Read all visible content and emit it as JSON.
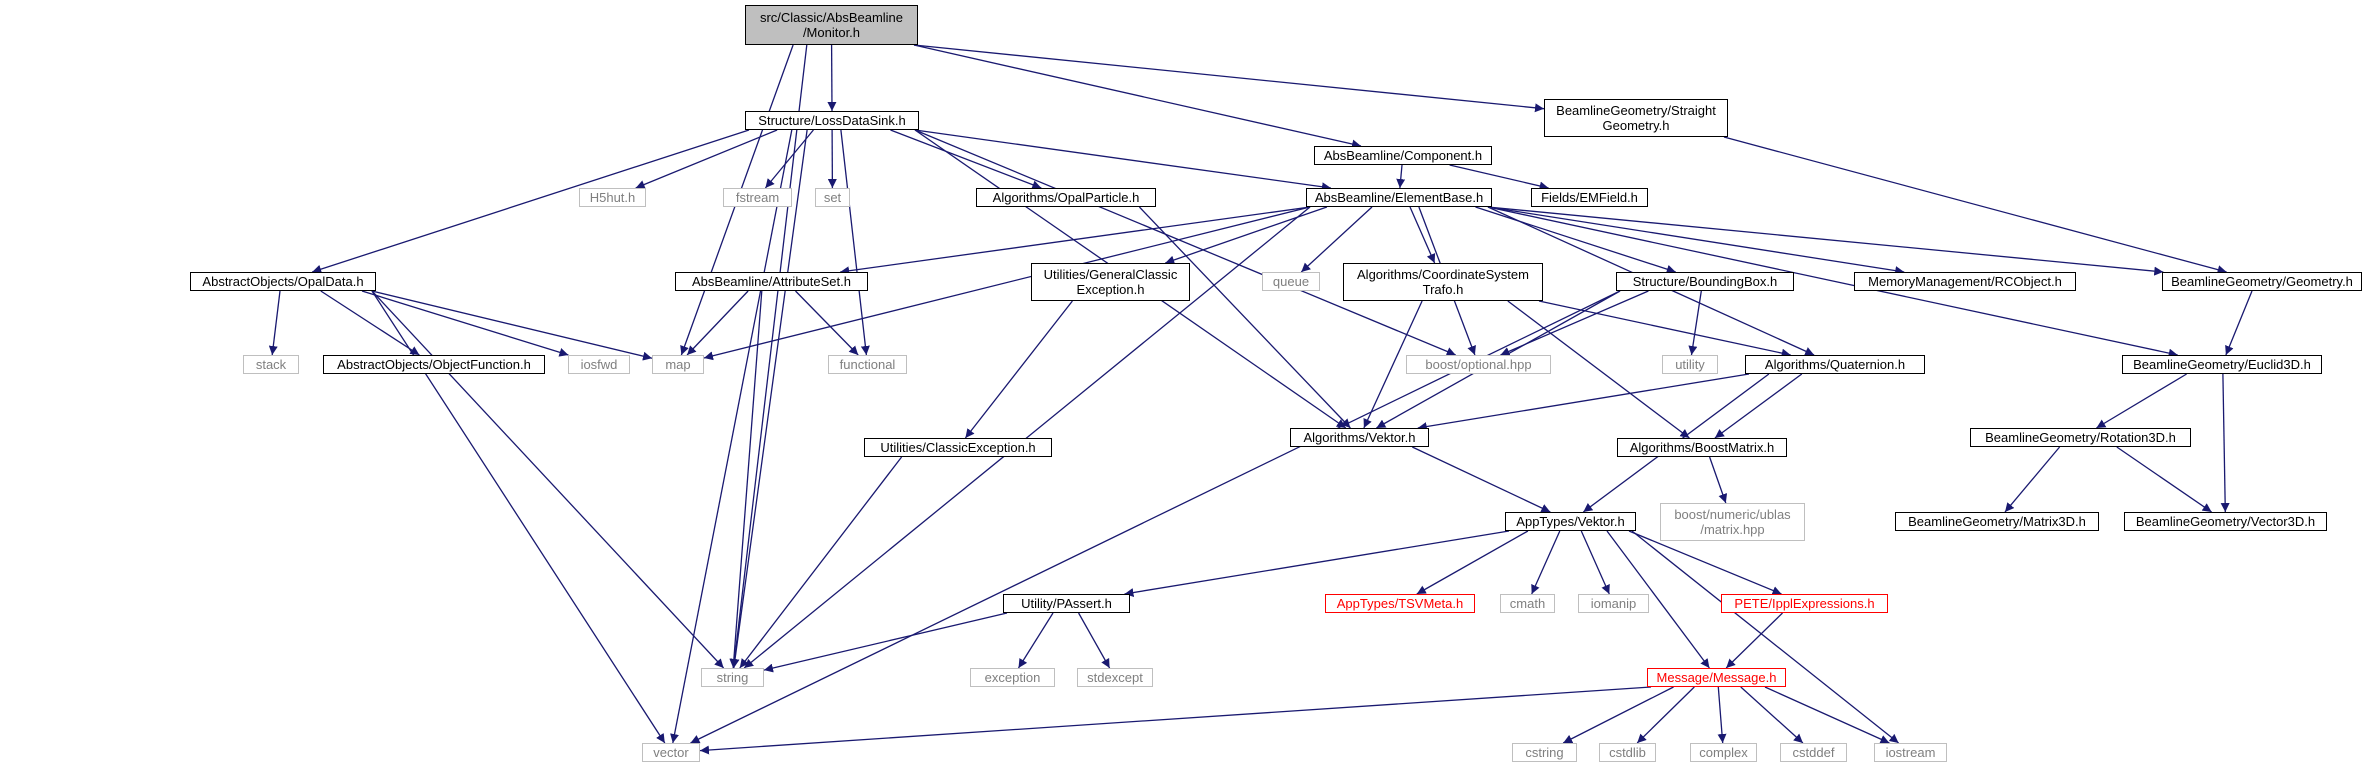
{
  "edge_color": "#191970",
  "nodes": [
    {
      "id": "monitor",
      "label": "src/Classic/AbsBeamline\n/Monitor.h",
      "kind": "root"
    },
    {
      "id": "lossdatasink",
      "label": "Structure/LossDataSink.h",
      "kind": "doc"
    },
    {
      "id": "component",
      "label": "AbsBeamline/Component.h",
      "kind": "doc"
    },
    {
      "id": "straightgeom",
      "label": "BeamlineGeometry/Straight\nGeometry.h",
      "kind": "doc"
    },
    {
      "id": "elementbase",
      "label": "AbsBeamline/ElementBase.h",
      "kind": "doc"
    },
    {
      "id": "emfield",
      "label": "Fields/EMField.h",
      "kind": "doc"
    },
    {
      "id": "h5hut",
      "label": "H5hut.h",
      "kind": "sys"
    },
    {
      "id": "fstream",
      "label": "fstream",
      "kind": "sys"
    },
    {
      "id": "set",
      "label": "set",
      "kind": "sys"
    },
    {
      "id": "opalparticle",
      "label": "Algorithms/OpalParticle.h",
      "kind": "doc"
    },
    {
      "id": "opaldata",
      "label": "AbstractObjects/OpalData.h",
      "kind": "doc"
    },
    {
      "id": "attributeset",
      "label": "AbsBeamline/AttributeSet.h",
      "kind": "doc"
    },
    {
      "id": "genclassicexc",
      "label": "Utilities/GeneralClassic\nException.h",
      "kind": "doc"
    },
    {
      "id": "queue",
      "label": "queue",
      "kind": "sys"
    },
    {
      "id": "coordsys",
      "label": "Algorithms/CoordinateSystem\nTrafo.h",
      "kind": "doc"
    },
    {
      "id": "boundingbox",
      "label": "Structure/BoundingBox.h",
      "kind": "doc"
    },
    {
      "id": "rcobject",
      "label": "MemoryManagement/RCObject.h",
      "kind": "doc"
    },
    {
      "id": "geometry",
      "label": "BeamlineGeometry/Geometry.h",
      "kind": "doc"
    },
    {
      "id": "stack",
      "label": "stack",
      "kind": "sys"
    },
    {
      "id": "objectfunction",
      "label": "AbstractObjects/ObjectFunction.h",
      "kind": "doc"
    },
    {
      "id": "iosfwd",
      "label": "iosfwd",
      "kind": "sys"
    },
    {
      "id": "map",
      "label": "map",
      "kind": "sys"
    },
    {
      "id": "functional",
      "label": "functional",
      "kind": "sys"
    },
    {
      "id": "boostoptional",
      "label": "boost/optional.hpp",
      "kind": "sys"
    },
    {
      "id": "utility",
      "label": "utility",
      "kind": "sys"
    },
    {
      "id": "quaternion",
      "label": "Algorithms/Quaternion.h",
      "kind": "doc"
    },
    {
      "id": "euclid3d",
      "label": "BeamlineGeometry/Euclid3D.h",
      "kind": "doc"
    },
    {
      "id": "classicexc",
      "label": "Utilities/ClassicException.h",
      "kind": "doc"
    },
    {
      "id": "algvektor",
      "label": "Algorithms/Vektor.h",
      "kind": "doc"
    },
    {
      "id": "boostmatrix",
      "label": "Algorithms/BoostMatrix.h",
      "kind": "doc"
    },
    {
      "id": "rotation3d",
      "label": "BeamlineGeometry/Rotation3D.h",
      "kind": "doc"
    },
    {
      "id": "ublas",
      "label": "boost/numeric/ublas\n/matrix.hpp",
      "kind": "sys"
    },
    {
      "id": "matrix3d",
      "label": "BeamlineGeometry/Matrix3D.h",
      "kind": "doc"
    },
    {
      "id": "vector3d",
      "label": "BeamlineGeometry/Vector3D.h",
      "kind": "doc"
    },
    {
      "id": "apptypesvektor",
      "label": "AppTypes/Vektor.h",
      "kind": "doc"
    },
    {
      "id": "passert",
      "label": "Utility/PAssert.h",
      "kind": "doc"
    },
    {
      "id": "tsvmeta",
      "label": "AppTypes/TSVMeta.h",
      "kind": "red"
    },
    {
      "id": "cmath",
      "label": "cmath",
      "kind": "sys"
    },
    {
      "id": "iomanip",
      "label": "iomanip",
      "kind": "sys"
    },
    {
      "id": "ipplexpr",
      "label": "PETE/IpplExpressions.h",
      "kind": "red"
    },
    {
      "id": "string",
      "label": "string",
      "kind": "sys"
    },
    {
      "id": "exception",
      "label": "exception",
      "kind": "sys"
    },
    {
      "id": "stdexcept",
      "label": "stdexcept",
      "kind": "sys"
    },
    {
      "id": "message",
      "label": "Message/Message.h",
      "kind": "red"
    },
    {
      "id": "vector",
      "label": "vector",
      "kind": "sys"
    },
    {
      "id": "cstring",
      "label": "cstring",
      "kind": "sys"
    },
    {
      "id": "cstdlib",
      "label": "cstdlib",
      "kind": "sys"
    },
    {
      "id": "complex",
      "label": "complex",
      "kind": "sys"
    },
    {
      "id": "cstddef",
      "label": "cstddef",
      "kind": "sys"
    },
    {
      "id": "iostream",
      "label": "iostream",
      "kind": "sys"
    }
  ],
  "edges": [
    [
      "monitor",
      "lossdatasink"
    ],
    [
      "monitor",
      "component"
    ],
    [
      "monitor",
      "straightgeom"
    ],
    [
      "monitor",
      "map"
    ],
    [
      "monitor",
      "string"
    ],
    [
      "lossdatasink",
      "h5hut"
    ],
    [
      "lossdatasink",
      "fstream"
    ],
    [
      "lossdatasink",
      "set"
    ],
    [
      "lossdatasink",
      "opalparticle"
    ],
    [
      "lossdatasink",
      "opaldata"
    ],
    [
      "lossdatasink",
      "elementbase"
    ],
    [
      "lossdatasink",
      "boostoptional"
    ],
    [
      "lossdatasink",
      "functional"
    ],
    [
      "lossdatasink",
      "algvektor"
    ],
    [
      "lossdatasink",
      "string"
    ],
    [
      "lossdatasink",
      "vector"
    ],
    [
      "component",
      "elementbase"
    ],
    [
      "component",
      "emfield"
    ],
    [
      "straightgeom",
      "geometry"
    ],
    [
      "elementbase",
      "attributeset"
    ],
    [
      "elementbase",
      "genclassicexc"
    ],
    [
      "elementbase",
      "queue"
    ],
    [
      "elementbase",
      "coordsys"
    ],
    [
      "elementbase",
      "boundingbox"
    ],
    [
      "elementbase",
      "rcobject"
    ],
    [
      "elementbase",
      "geometry"
    ],
    [
      "elementbase",
      "euclid3d"
    ],
    [
      "elementbase",
      "boostoptional"
    ],
    [
      "elementbase",
      "quaternion"
    ],
    [
      "elementbase",
      "map"
    ],
    [
      "elementbase",
      "string"
    ],
    [
      "opalparticle",
      "algvektor"
    ],
    [
      "opaldata",
      "stack"
    ],
    [
      "opaldata",
      "objectfunction"
    ],
    [
      "opaldata",
      "iosfwd"
    ],
    [
      "opaldata",
      "map"
    ],
    [
      "opaldata",
      "string"
    ],
    [
      "opaldata",
      "vector"
    ],
    [
      "attributeset",
      "map"
    ],
    [
      "attributeset",
      "functional"
    ],
    [
      "attributeset",
      "string"
    ],
    [
      "genclassicexc",
      "classicexc"
    ],
    [
      "coordsys",
      "algvektor"
    ],
    [
      "coordsys",
      "quaternion"
    ],
    [
      "coordsys",
      "boostmatrix"
    ],
    [
      "boundingbox",
      "boostoptional"
    ],
    [
      "boundingbox",
      "utility"
    ],
    [
      "boundingbox",
      "algvektor"
    ],
    [
      "boundingbox",
      "vector"
    ],
    [
      "geometry",
      "euclid3d"
    ],
    [
      "quaternion",
      "algvektor"
    ],
    [
      "quaternion",
      "boostmatrix"
    ],
    [
      "quaternion",
      "apptypesvektor"
    ],
    [
      "euclid3d",
      "rotation3d"
    ],
    [
      "euclid3d",
      "vector3d"
    ],
    [
      "classicexc",
      "string"
    ],
    [
      "algvektor",
      "apptypesvektor"
    ],
    [
      "boostmatrix",
      "ublas"
    ],
    [
      "rotation3d",
      "matrix3d"
    ],
    [
      "rotation3d",
      "vector3d"
    ],
    [
      "apptypesvektor",
      "passert"
    ],
    [
      "apptypesvektor",
      "tsvmeta"
    ],
    [
      "apptypesvektor",
      "cmath"
    ],
    [
      "apptypesvektor",
      "iomanip"
    ],
    [
      "apptypesvektor",
      "ipplexpr"
    ],
    [
      "apptypesvektor",
      "message"
    ],
    [
      "apptypesvektor",
      "iostream"
    ],
    [
      "passert",
      "string"
    ],
    [
      "passert",
      "exception"
    ],
    [
      "passert",
      "stdexcept"
    ],
    [
      "ipplexpr",
      "message"
    ],
    [
      "message",
      "vector"
    ],
    [
      "message",
      "cstring"
    ],
    [
      "message",
      "cstdlib"
    ],
    [
      "message",
      "complex"
    ],
    [
      "message",
      "cstddef"
    ],
    [
      "message",
      "iostream"
    ]
  ]
}
